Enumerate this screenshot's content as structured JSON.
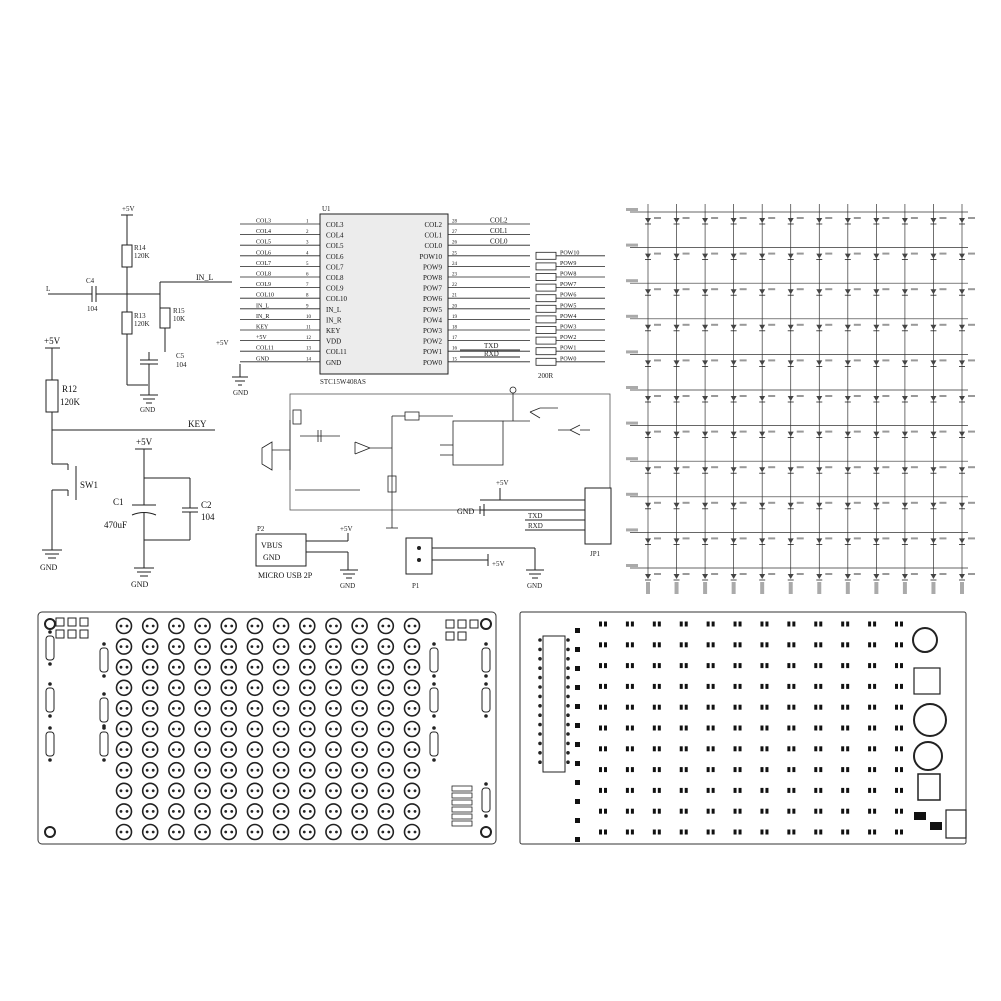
{
  "left_circuit": {
    "vcc_top": "+5V",
    "r14": "R14",
    "r14_val": "120K",
    "c4": "C4",
    "c4_val": "104",
    "input_l": "L",
    "in_l": "IN_L",
    "r13": "R13",
    "r13_val": "120K",
    "r15": "R15",
    "r15_val": "10K",
    "c5": "C5",
    "c5_val": "104",
    "gnd": "GND"
  },
  "key_circuit": {
    "vcc": "+5V",
    "r12": "R12",
    "r12_val": "120K",
    "key": "KEY",
    "sw1": "SW1",
    "gnd": "GND"
  },
  "cap_circuit": {
    "vcc": "+5V",
    "c1": "C1",
    "c1_val": "470uF",
    "c2": "C2",
    "c2_val": "104",
    "gnd": "GND"
  },
  "mcu": {
    "ref": "U1",
    "part": "STC15W408AS",
    "left_pins": [
      "COL3",
      "COL4",
      "COL5",
      "COL6",
      "COL7",
      "COL8",
      "COL9",
      "COL10",
      "IN_L",
      "IN_R",
      "KEY",
      "VDD",
      "COL11",
      "GND"
    ],
    "right_pins": [
      "COL2",
      "COL1",
      "COL0",
      "POW10",
      "POW9",
      "POW8",
      "POW7",
      "POW6",
      "POW5",
      "POW4",
      "POW3",
      "POW2",
      "POW1",
      "POW0"
    ],
    "left_nets": [
      "COL3",
      "COL4",
      "COL5",
      "COL6",
      "COL7",
      "COL8",
      "COL9",
      "COL10",
      "IN_L",
      "IN_R",
      "KEY",
      "+5V",
      "COL11",
      "GND"
    ],
    "right_nets": [
      "COL2",
      "COL1",
      "COL0",
      "POW10",
      "POW9",
      "POW8",
      "POW7",
      "POW6",
      "POW5",
      "POW4",
      "POW3",
      "POW2",
      "POW1",
      "POW0"
    ],
    "vdd_net": "+5V",
    "gnd": "GND",
    "txd": "TXD",
    "rxd": "RXD",
    "resistor_array": "200R"
  },
  "usb": {
    "ref": "P2",
    "vbus": "VBUS",
    "gnd": "GND",
    "vcc": "+5V",
    "name": "MICRO USB 2P",
    "gnd_sym": "GND"
  },
  "power_header": {
    "ref": "P1",
    "vcc": "+5V",
    "gnd": "GND"
  },
  "uart_header": {
    "ref": "JP1",
    "vcc": "+5V",
    "gnd": "GND",
    "txd": "TXD",
    "rxd": "RXD"
  },
  "led_matrix": {
    "rows": 11,
    "cols": 12
  },
  "pcb_front": {
    "rows": 11,
    "cols": 12
  },
  "pcb_back": {
    "rows": 11,
    "cols": 12
  }
}
